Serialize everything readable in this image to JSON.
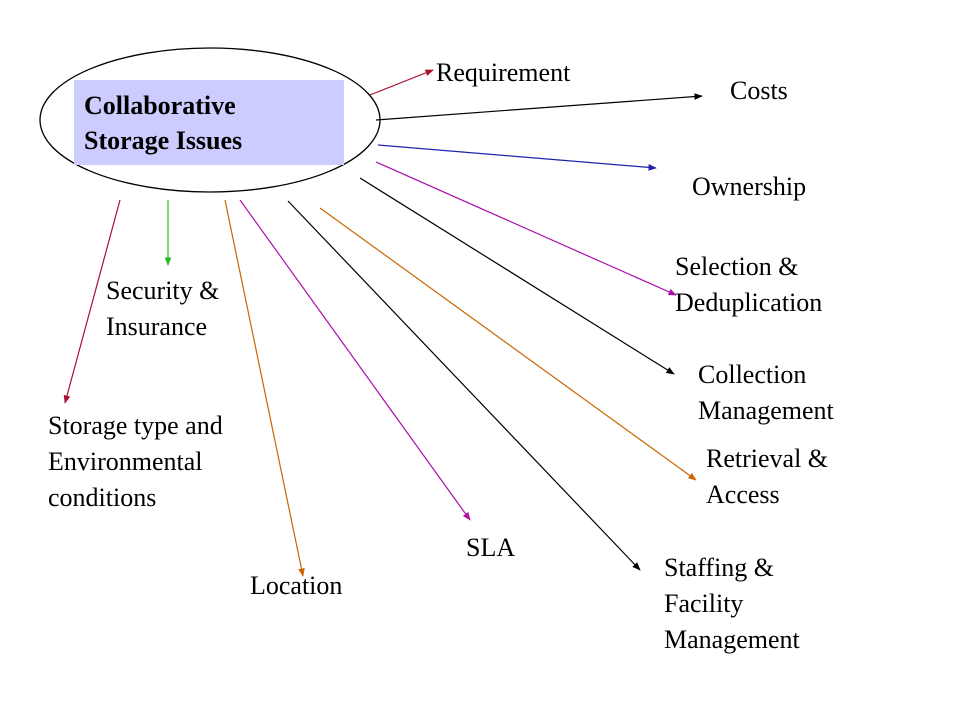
{
  "center": {
    "title_line1": "Collaborative",
    "title_line2": "Storage Issues"
  },
  "issues": [
    {
      "id": "requirement",
      "label": "Requirement",
      "color": "#aa1030"
    },
    {
      "id": "costs",
      "label": "Costs",
      "color": "#000000"
    },
    {
      "id": "ownership",
      "label": "Ownership",
      "color": "#2020aa"
    },
    {
      "id": "selection",
      "label": "Selection &\nDeduplication",
      "color": "#aa10aa"
    },
    {
      "id": "collection",
      "label": "Collection\nManagement",
      "color": "#000000"
    },
    {
      "id": "retrieval",
      "label": "Retrieval &\nAccess",
      "color": "#cc6600"
    },
    {
      "id": "staffing",
      "label": "Staffing &\nFacility\nManagement",
      "color": "#000000"
    },
    {
      "id": "sla",
      "label": "SLA",
      "color": "#aa10aa"
    },
    {
      "id": "location",
      "label": "Location",
      "color": "#cc6600"
    },
    {
      "id": "storage-type",
      "label": "Storage type and\nEnvironmental\nconditions",
      "color": "#aa1030"
    },
    {
      "id": "security",
      "label": "Security &\nInsurance",
      "color": "#22bb22"
    }
  ]
}
